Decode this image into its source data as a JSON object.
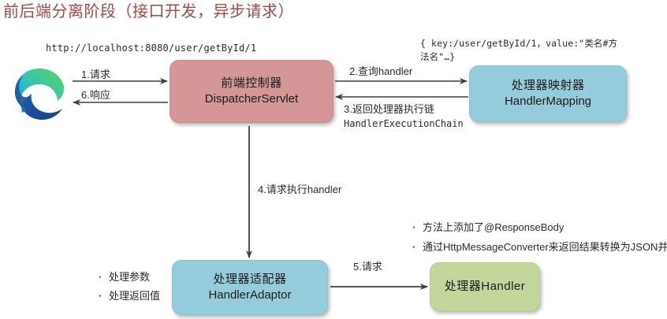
{
  "title": "前后端分离阶段（接口开发，异步请求）",
  "title_color": "#a24a48",
  "colors": {
    "dispatcher": "#d49697",
    "handler_mapping": "#95ccdc",
    "handler_adaptor": "#95ccdc",
    "handler": "#c3d69b",
    "arrow": "#3f3f3f",
    "text": "#2b2b2b"
  },
  "browser": {
    "icon": "edge-browser-icon",
    "url": "http://localhost:8080/user/getById/1"
  },
  "nodes": {
    "dispatcher": {
      "cn": "前端控制器",
      "en": "DispatcherServlet"
    },
    "handler_mapping": {
      "cn": "处理器映射器",
      "en": "HandlerMapping"
    },
    "handler_adaptor": {
      "cn": "处理器适配器",
      "en": "HandlerAdaptor"
    },
    "handler": {
      "cn": "处理器Handler"
    }
  },
  "arrows": {
    "step1": "1.请求",
    "step6": "6.响应",
    "step2": "2.查询handler",
    "step3_line1": "3.返回处理器执行链",
    "step3_line2": "HandlerExecutionChain",
    "step4": "4.请求执行handler",
    "step5": "5.请求"
  },
  "json_note": "{ key:/user/getById/1，value:\"类名#方法名\"…}",
  "notes_adaptor": [
    "处理参数",
    "处理返回值"
  ],
  "notes_handler": [
    "方法上添加了@ResponseBody",
    "通过HttpMessageConverter来返回结果转换为JSON并响应"
  ]
}
